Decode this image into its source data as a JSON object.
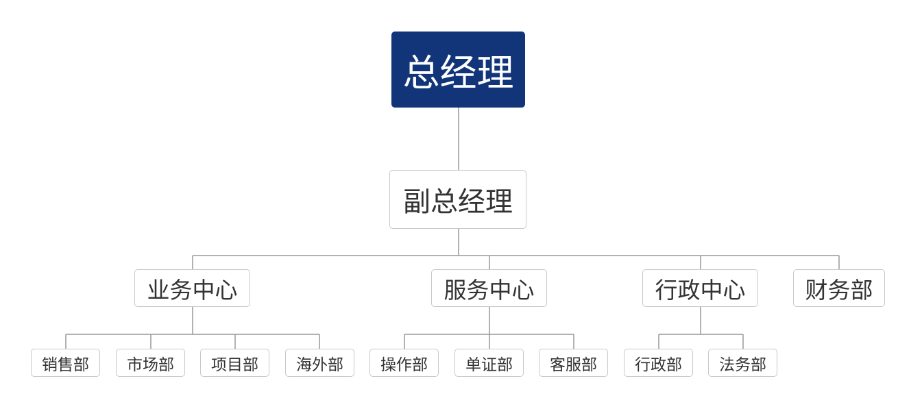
{
  "chart": {
    "root": "总经理",
    "deputy": "副总经理",
    "centers": [
      {
        "label": "业务中心",
        "departments": [
          "销售部",
          "市场部",
          "项目部",
          "海外部"
        ]
      },
      {
        "label": "服务中心",
        "departments": [
          "操作部",
          "单证部",
          "客服部"
        ]
      },
      {
        "label": "行政中心",
        "departments": [
          "行政部",
          "法务部"
        ]
      },
      {
        "label": "财务部",
        "departments": []
      }
    ]
  },
  "colors": {
    "root_fill": "#12357a",
    "root_text": "#ffffff",
    "node_border": "#c8c8c8",
    "connector": "#999999",
    "node_text": "#333333"
  }
}
